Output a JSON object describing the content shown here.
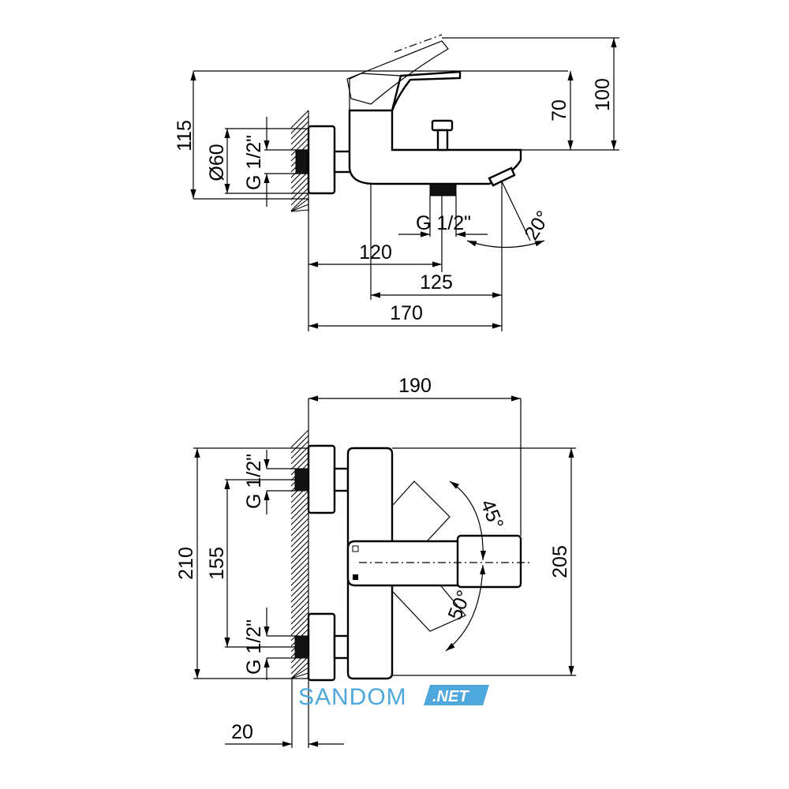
{
  "top_view": {
    "dim_115": "115",
    "dim_d60": "Ø60",
    "dim_g_left": "G 1/2\"",
    "dim_g_bottom": "G 1/2\"",
    "dim_20deg": "20°",
    "dim_120": "120",
    "dim_125": "125",
    "dim_170": "170",
    "dim_70": "70",
    "dim_100": "100"
  },
  "front_view": {
    "dim_190": "190",
    "dim_210": "210",
    "dim_155": "155",
    "dim_g_top": "G 1/2\"",
    "dim_g_bottom": "G 1/2\"",
    "dim_45deg": "45°",
    "dim_50deg": "50°",
    "dim_205": "205",
    "dim_20": "20"
  },
  "watermark": {
    "name": "SANDOM",
    "suffix": ".NET",
    "color": "#4fa8dc"
  }
}
